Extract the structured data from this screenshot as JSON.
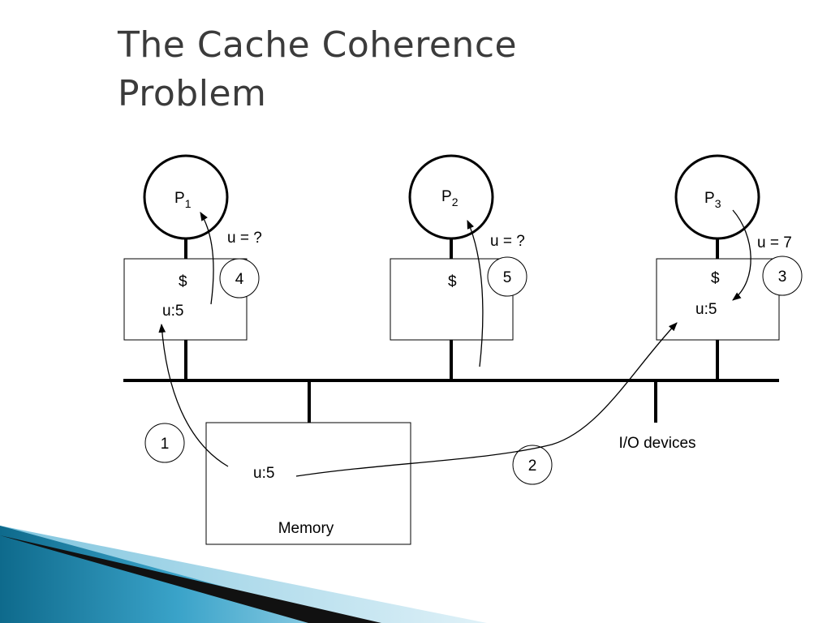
{
  "slide": {
    "title_line1": "The Cache Coherence",
    "title_line2": "Problem"
  },
  "diagram": {
    "processors": [
      {
        "label": "P",
        "sub": "1",
        "cache_symbol": "$",
        "cache_value": "u:5",
        "query": "u = ?",
        "step": "4"
      },
      {
        "label": "P",
        "sub": "2",
        "cache_symbol": "$",
        "cache_value": "",
        "query": "u = ?",
        "step": "5"
      },
      {
        "label": "P",
        "sub": "3",
        "cache_symbol": "$",
        "cache_value": "u:5",
        "query": "u = 7",
        "step": "3"
      }
    ],
    "memory": {
      "value": "u:5",
      "label": "Memory"
    },
    "io_devices": "I/O devices",
    "steps": {
      "read_p1": "1",
      "read_p3": "2"
    }
  }
}
